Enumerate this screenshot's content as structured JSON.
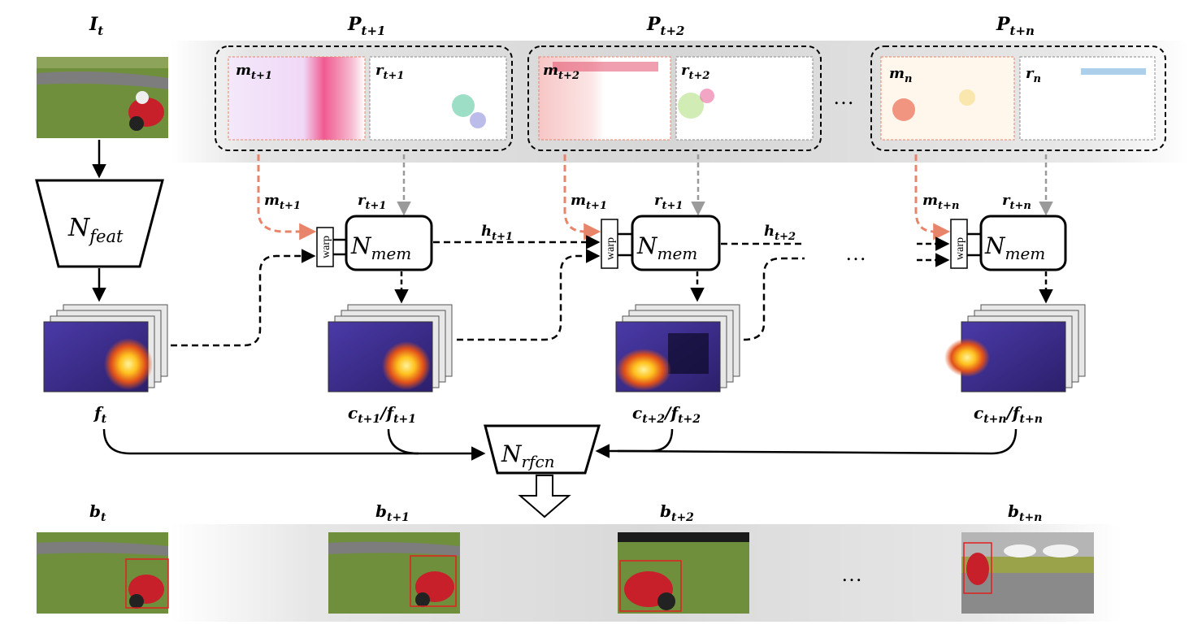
{
  "frame_label": {
    "base": "I",
    "sub": "t"
  },
  "p_labels": [
    {
      "base": "P",
      "sub": "t+1"
    },
    {
      "base": "P",
      "sub": "t+2"
    },
    {
      "base": "P",
      "sub": "t+n"
    }
  ],
  "panels": [
    {
      "m": {
        "base": "m",
        "sub": "t+1"
      },
      "r": {
        "base": "r",
        "sub": "t+1"
      }
    },
    {
      "m": {
        "base": "m",
        "sub": "t+2"
      },
      "r": {
        "base": "r",
        "sub": "t+2"
      }
    },
    {
      "m": {
        "base": "m",
        "sub": "n"
      },
      "r": {
        "base": "r",
        "sub": "n"
      }
    }
  ],
  "arrow_labels": [
    {
      "m": {
        "base": "m",
        "sub": "t+1"
      },
      "r": {
        "base": "r",
        "sub": "t+1"
      }
    },
    {
      "m": {
        "base": "m",
        "sub": "t+1"
      },
      "r": {
        "base": "r",
        "sub": "t+1"
      }
    },
    {
      "m": {
        "base": "m",
        "sub": "t+n"
      },
      "r": {
        "base": "r",
        "sub": "t+n"
      }
    }
  ],
  "hidden_labels": [
    {
      "base": "h",
      "sub": "t+1"
    },
    {
      "base": "h",
      "sub": "t+2"
    }
  ],
  "feat_net": {
    "base": "N",
    "sub": "feat"
  },
  "mem_net": {
    "base": "N",
    "sub": "mem"
  },
  "rfcn_net": {
    "base": "N",
    "sub": "rfcn"
  },
  "warp_label": "warp",
  "ellipsis": "…",
  "feature_labels": [
    {
      "left": {
        "base": "f",
        "sub": "t"
      }
    },
    {
      "left": {
        "base": "c",
        "sub": "t+1"
      },
      "right": {
        "base": "f",
        "sub": "t+1"
      }
    },
    {
      "left": {
        "base": "c",
        "sub": "t+2"
      },
      "right": {
        "base": "f",
        "sub": "t+2"
      }
    },
    {
      "left": {
        "base": "c",
        "sub": "t+n"
      },
      "right": {
        "base": "f",
        "sub": "t+n"
      }
    }
  ],
  "box_labels": [
    {
      "base": "b",
      "sub": "t"
    },
    {
      "base": "b",
      "sub": "t+1"
    },
    {
      "base": "b",
      "sub": "t+2"
    },
    {
      "base": "b",
      "sub": "t+n"
    }
  ],
  "colors": {
    "motion_arrow": "#e8846a",
    "residual_arrow": "#9a9a9a",
    "detection_box": "#e02020",
    "band_gray": "#d6d6d6",
    "grass": "#6f8f3c",
    "track": "#7d7d7d",
    "heatmap_bg": "#3b2a8c",
    "heatmap_hot": "#ffd23a"
  },
  "icons": [
    "motorbike-photo-icon",
    "heatmap-icon",
    "trapezoid-network-icon",
    "hollow-down-arrow-icon"
  ]
}
